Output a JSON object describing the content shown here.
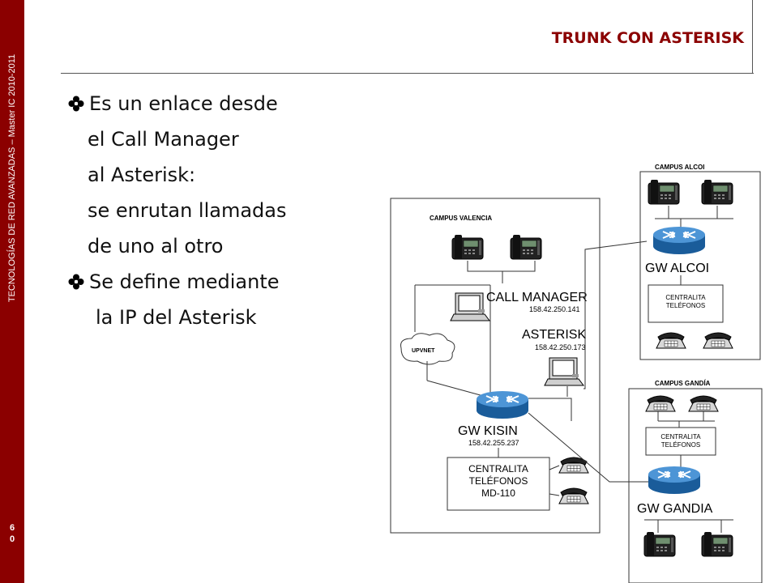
{
  "sidebar": {
    "vertical_text": "TECNOLOGÍAS DE RED AVANZADAS – Master IC 2010-2011",
    "page_number": [
      "6",
      "0"
    ]
  },
  "slide": {
    "title": "TRUNK CON ASTERISK",
    "bullets": [
      {
        "icon": "flower-bullet-icon",
        "lines": [
          "Es un enlace desde",
          "el Call Manager",
          "al Asterisk:",
          "se enrutan llamadas",
          "de uno al otro"
        ]
      },
      {
        "icon": "flower-bullet-icon",
        "lines": [
          "Se define mediante",
          "la IP del Asterisk"
        ]
      }
    ]
  },
  "diagram": {
    "campus_valencia": "CAMPUS VALENCIA",
    "campus_alcoi": "CAMPUS ALCOI",
    "campus_gandia": "CAMPUS GANDÍA",
    "call_manager": "CALL MANAGER",
    "call_manager_ip": "158.42.250.141",
    "asterisk": "ASTERISK",
    "asterisk_ip": "158.42.250.173",
    "upvnet": "UPVNET",
    "gw_kisin": "GW KISIN",
    "gw_kisin_ip": "158.42.255.237",
    "centralita_valencia": [
      "CENTRALITA",
      "TELÉFONOS",
      "MD-110"
    ],
    "gw_alcoi": "GW ALCOI",
    "centralita_alcoi": [
      "CENTRALITA",
      "TELÉFONOS"
    ],
    "gw_gandia": "GW GANDIA",
    "centralita_gandia": [
      "CENTRALITA",
      "TELÉFONOS"
    ]
  }
}
